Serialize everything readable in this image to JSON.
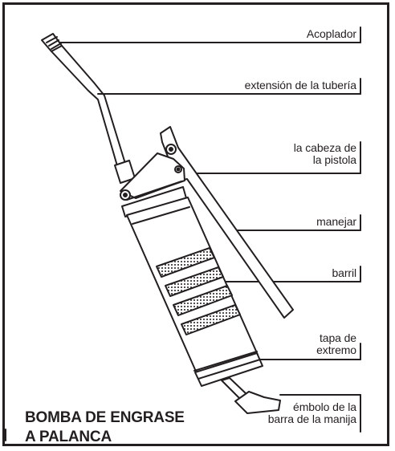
{
  "title": {
    "line1": "BOMBA DE ENGRASE",
    "line2": "A PALANCA"
  },
  "labels": {
    "coupler": "Acoplador",
    "pipe_extension": "extensión de la tubería",
    "gun_head_line1": "la cabeza de",
    "gun_head_line2": "la pistola",
    "handle": "manejar",
    "barrel": "barril",
    "end_cap_line1": "tapa de",
    "end_cap_line2": "extremo",
    "plunger_line1": "émbolo de la",
    "plunger_line2": "barra de la manija"
  },
  "colors": {
    "ink": "#231f20",
    "background": "#ffffff"
  }
}
